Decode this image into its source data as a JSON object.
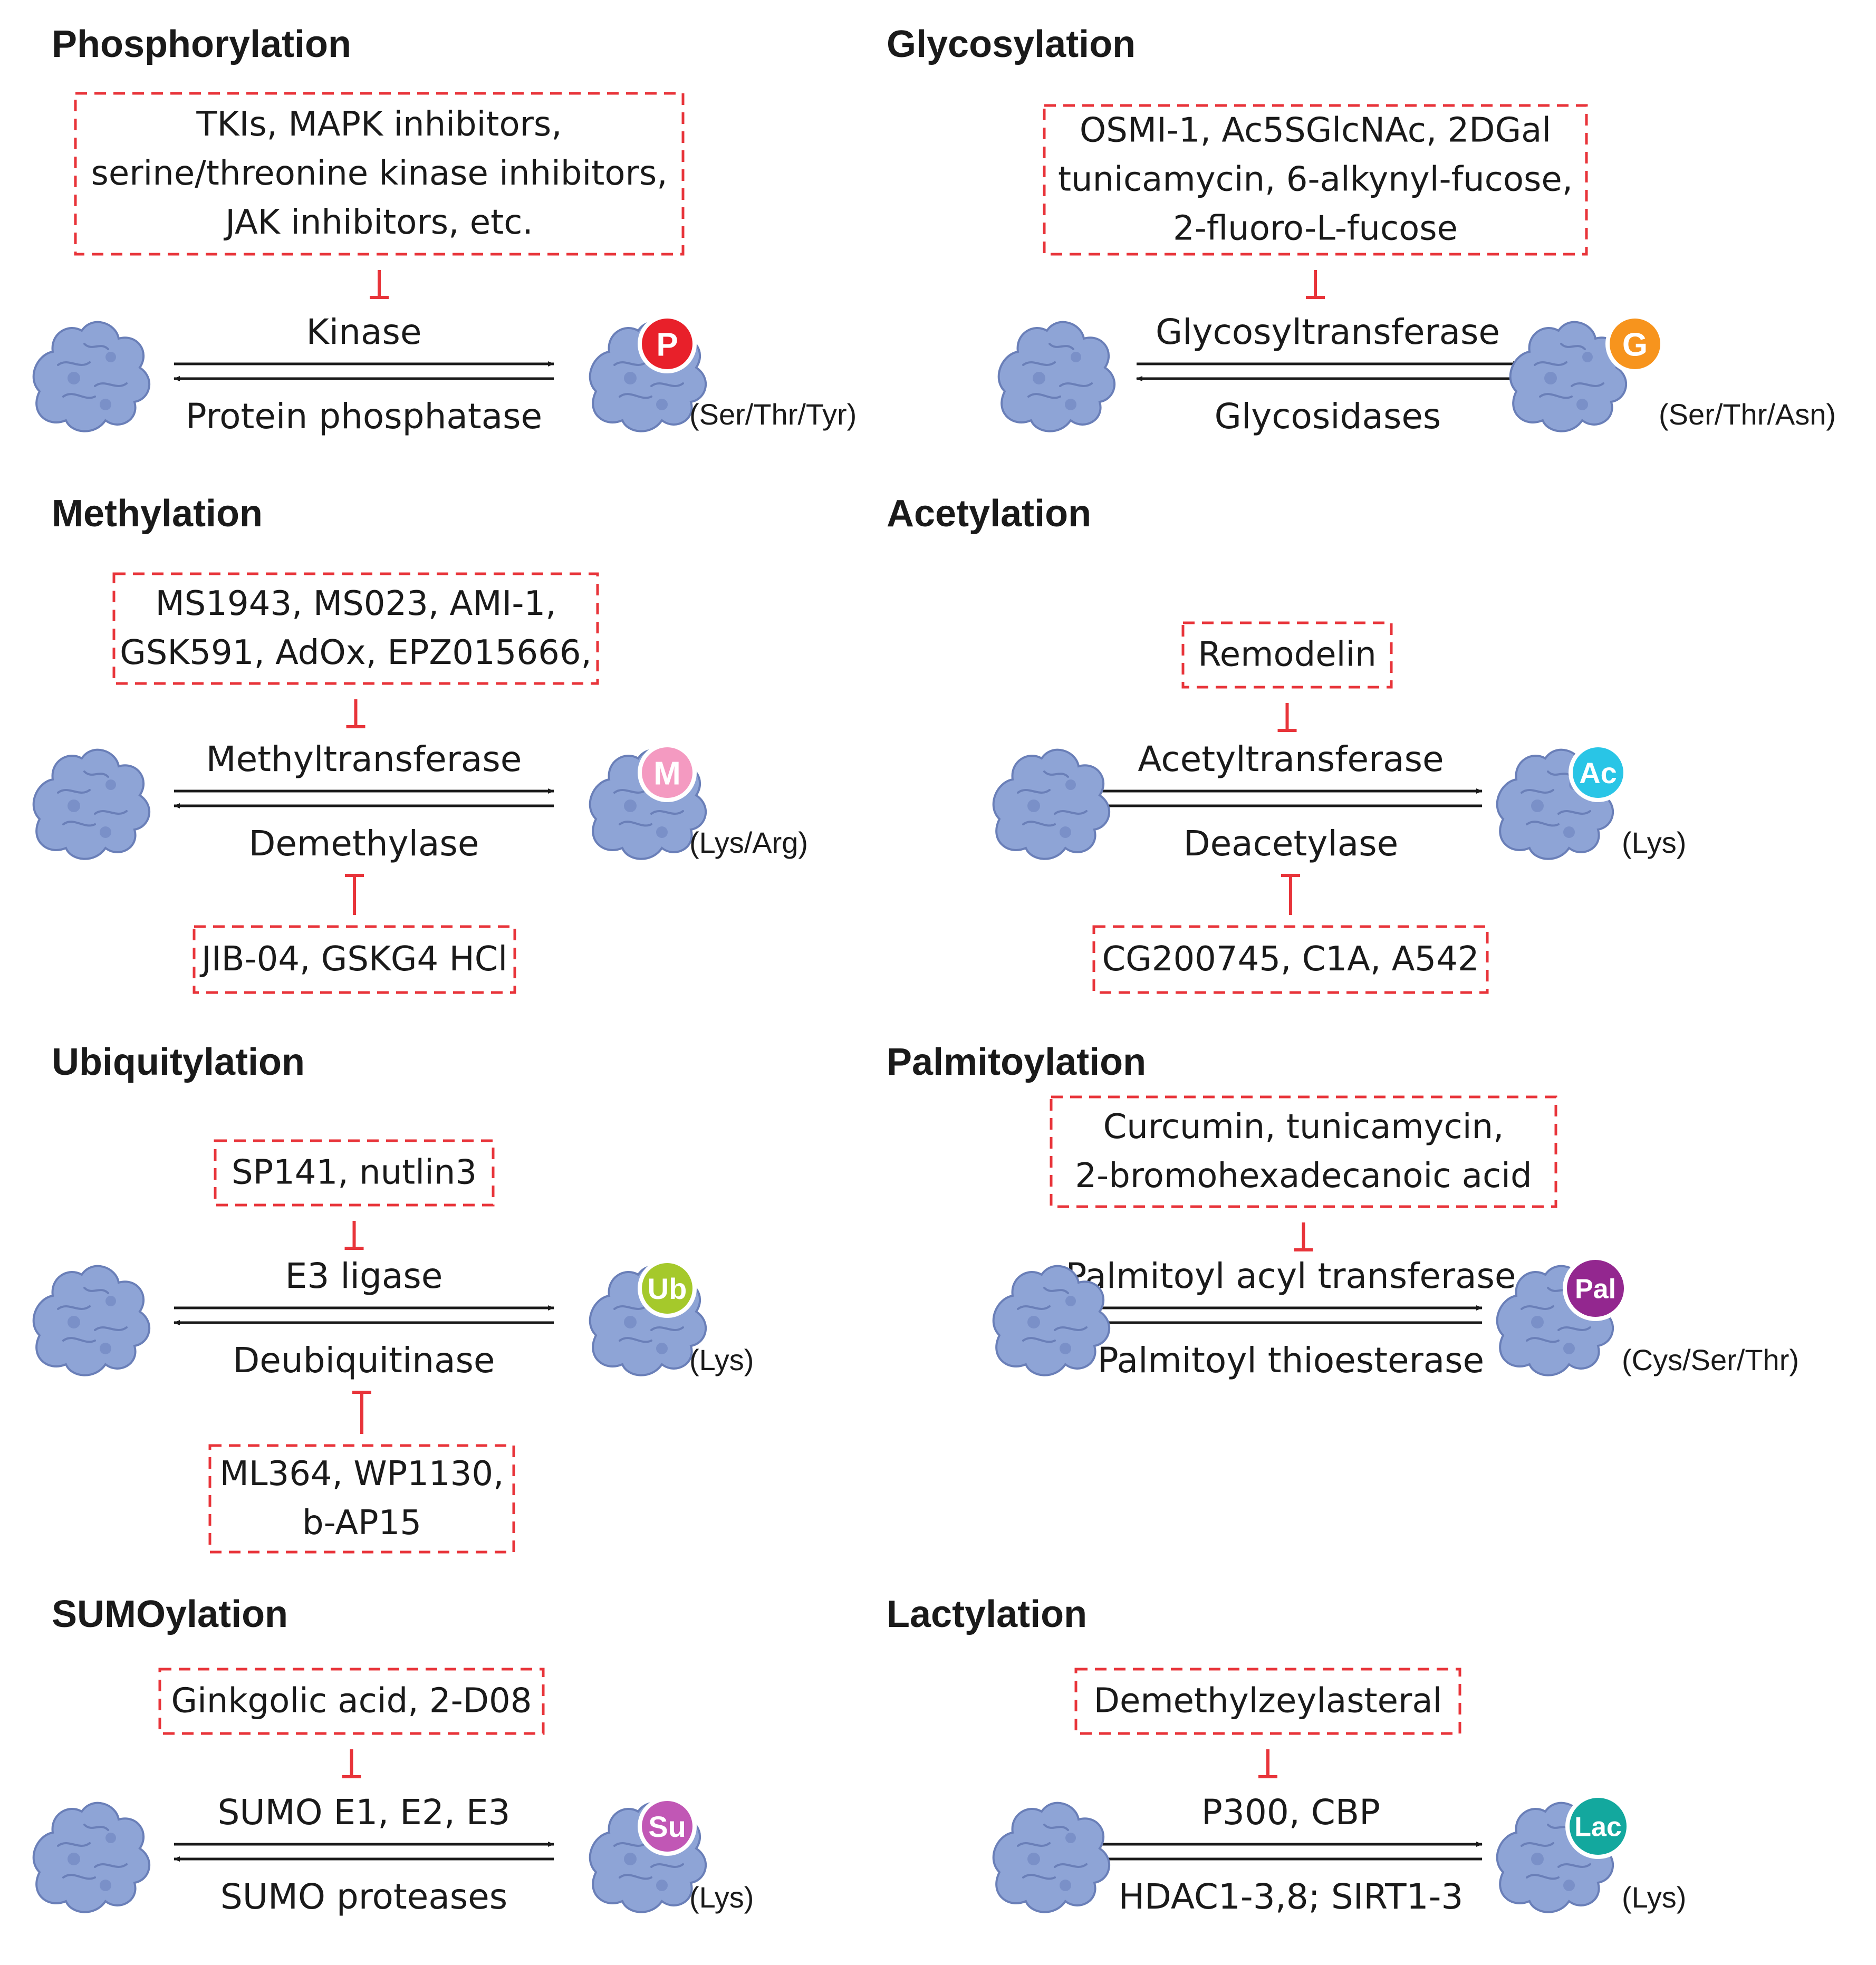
{
  "colors": {
    "inhibitor_border": "#e8343a",
    "protein_fill": "#8ea4d6",
    "protein_stroke": "#6a7fb8",
    "arrow": "#1a1a1a"
  },
  "panels": [
    {
      "id": "phosphorylation",
      "title": "Phosphorylation",
      "inhibitors_forward": [
        "TKIs, MAPK inhibitors,",
        "serine/threonine kinase inhibitors,",
        "JAK inhibitors, etc."
      ],
      "forward_enzyme": "Kinase",
      "reverse_enzyme": "Protein phosphatase",
      "inhibitors_reverse": [],
      "mark": "P",
      "mark_color": "#e8202a",
      "site": "(Ser/Thr/Tyr)"
    },
    {
      "id": "glycosylation",
      "title": "Glycosylation",
      "inhibitors_forward": [
        "OSMI-1, Ac5SGlcNAc, 2DGal",
        "tunicamycin, 6-alkynyl-fucose,",
        "2-fluoro-L-fucose"
      ],
      "forward_enzyme": "Glycosyltransferase",
      "reverse_enzyme": "Glycosidases",
      "inhibitors_reverse": [],
      "mark": "G",
      "mark_color": "#f7941d",
      "site": "(Ser/Thr/Asn)"
    },
    {
      "id": "methylation",
      "title": "Methylation",
      "inhibitors_forward": [
        "MS1943, MS023, AMI-1,",
        "GSK591,  AdOx, EPZ015666,"
      ],
      "forward_enzyme": "Methyltransferase",
      "reverse_enzyme": "Demethylase",
      "inhibitors_reverse": [
        "JIB-04, GSKG4 HCl"
      ],
      "mark": "M",
      "mark_color": "#f49ac1",
      "site": "(Lys/Arg)"
    },
    {
      "id": "acetylation",
      "title": "Acetylation",
      "inhibitors_forward": [
        "Remodelin"
      ],
      "forward_enzyme": "Acetyltransferase",
      "reverse_enzyme": "Deacetylase",
      "inhibitors_reverse": [
        "CG200745, C1A, A542"
      ],
      "mark": "Ac",
      "mark_color": "#29c5e6",
      "site": "(Lys)"
    },
    {
      "id": "ubiquitylation",
      "title": "Ubiquitylation",
      "inhibitors_forward": [
        "SP141, nutlin3"
      ],
      "forward_enzyme": "E3 ligase",
      "reverse_enzyme": "Deubiquitinase",
      "inhibitors_reverse": [
        "ML364, WP1130,",
        "b-AP15"
      ],
      "mark": "Ub",
      "mark_color": "#a5c92b",
      "site": "(Lys)"
    },
    {
      "id": "palmitoylation",
      "title": "Palmitoylation",
      "inhibitors_forward": [
        "Curcumin, tunicamycin,",
        "2-bromohexadecanoic acid"
      ],
      "forward_enzyme": "Palmitoyl acyl transferase",
      "reverse_enzyme": "Palmitoyl thioesterase",
      "inhibitors_reverse": [],
      "mark": "Pal",
      "mark_color": "#93278f",
      "site": "(Cys/Ser/Thr)"
    },
    {
      "id": "sumoylation",
      "title": "SUMOylation",
      "inhibitors_forward": [
        "Ginkgolic acid, 2-D08"
      ],
      "forward_enzyme": "SUMO E1, E2, E3",
      "reverse_enzyme": "SUMO proteases",
      "inhibitors_reverse": [],
      "mark": "Su",
      "mark_color": "#c157b5",
      "site": "(Lys)"
    },
    {
      "id": "lactylation",
      "title": "Lactylation",
      "inhibitors_forward": [
        "Demethylzeylasteral"
      ],
      "forward_enzyme": "P300, CBP",
      "reverse_enzyme": "HDAC1-3,8; SIRT1-3",
      "inhibitors_reverse": [],
      "mark": "Lac",
      "mark_color": "#13a89e",
      "site": "(Lys)"
    }
  ]
}
